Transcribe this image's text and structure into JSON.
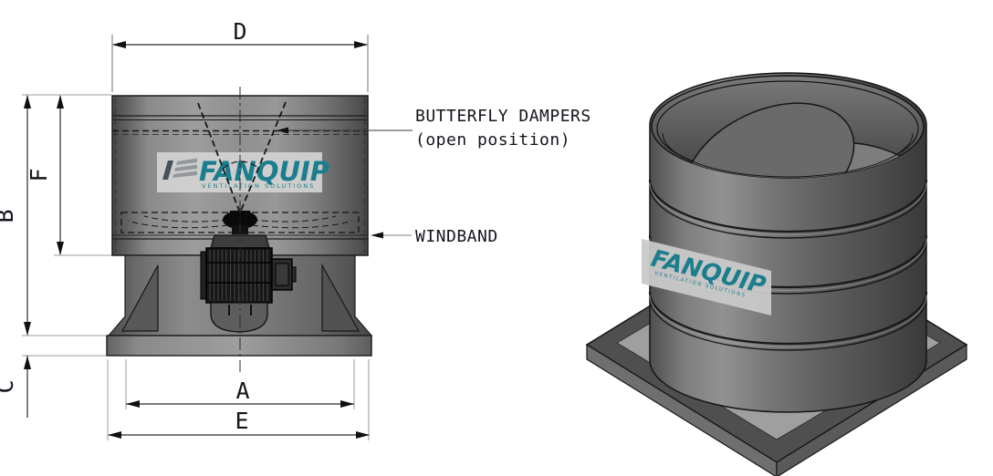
{
  "colors": {
    "background": "#ffffff",
    "brand_teal": "#1b7e8d",
    "drawing_line": "#1c1c1c",
    "dimension_text": "#14141c",
    "metal_light": "#9a9a9a",
    "metal_dark": "#4d4d4d"
  },
  "front_view": {
    "dims": {
      "d": "D",
      "b": "B",
      "f": "F",
      "c": "C",
      "a": "A",
      "e": "E"
    },
    "callouts": {
      "butterfly_line1": "BUTTERFLY DAMPERS",
      "butterfly_line2": "(open position)",
      "windband": "WINDBAND"
    },
    "logo": {
      "brand": "FANQUIP",
      "tagline": "VENTILATION SOLUTIONS"
    }
  },
  "iso_view": {
    "logo": {
      "brand": "FANQUIP",
      "tagline": "VENTILATION SOLUTIONS"
    }
  }
}
